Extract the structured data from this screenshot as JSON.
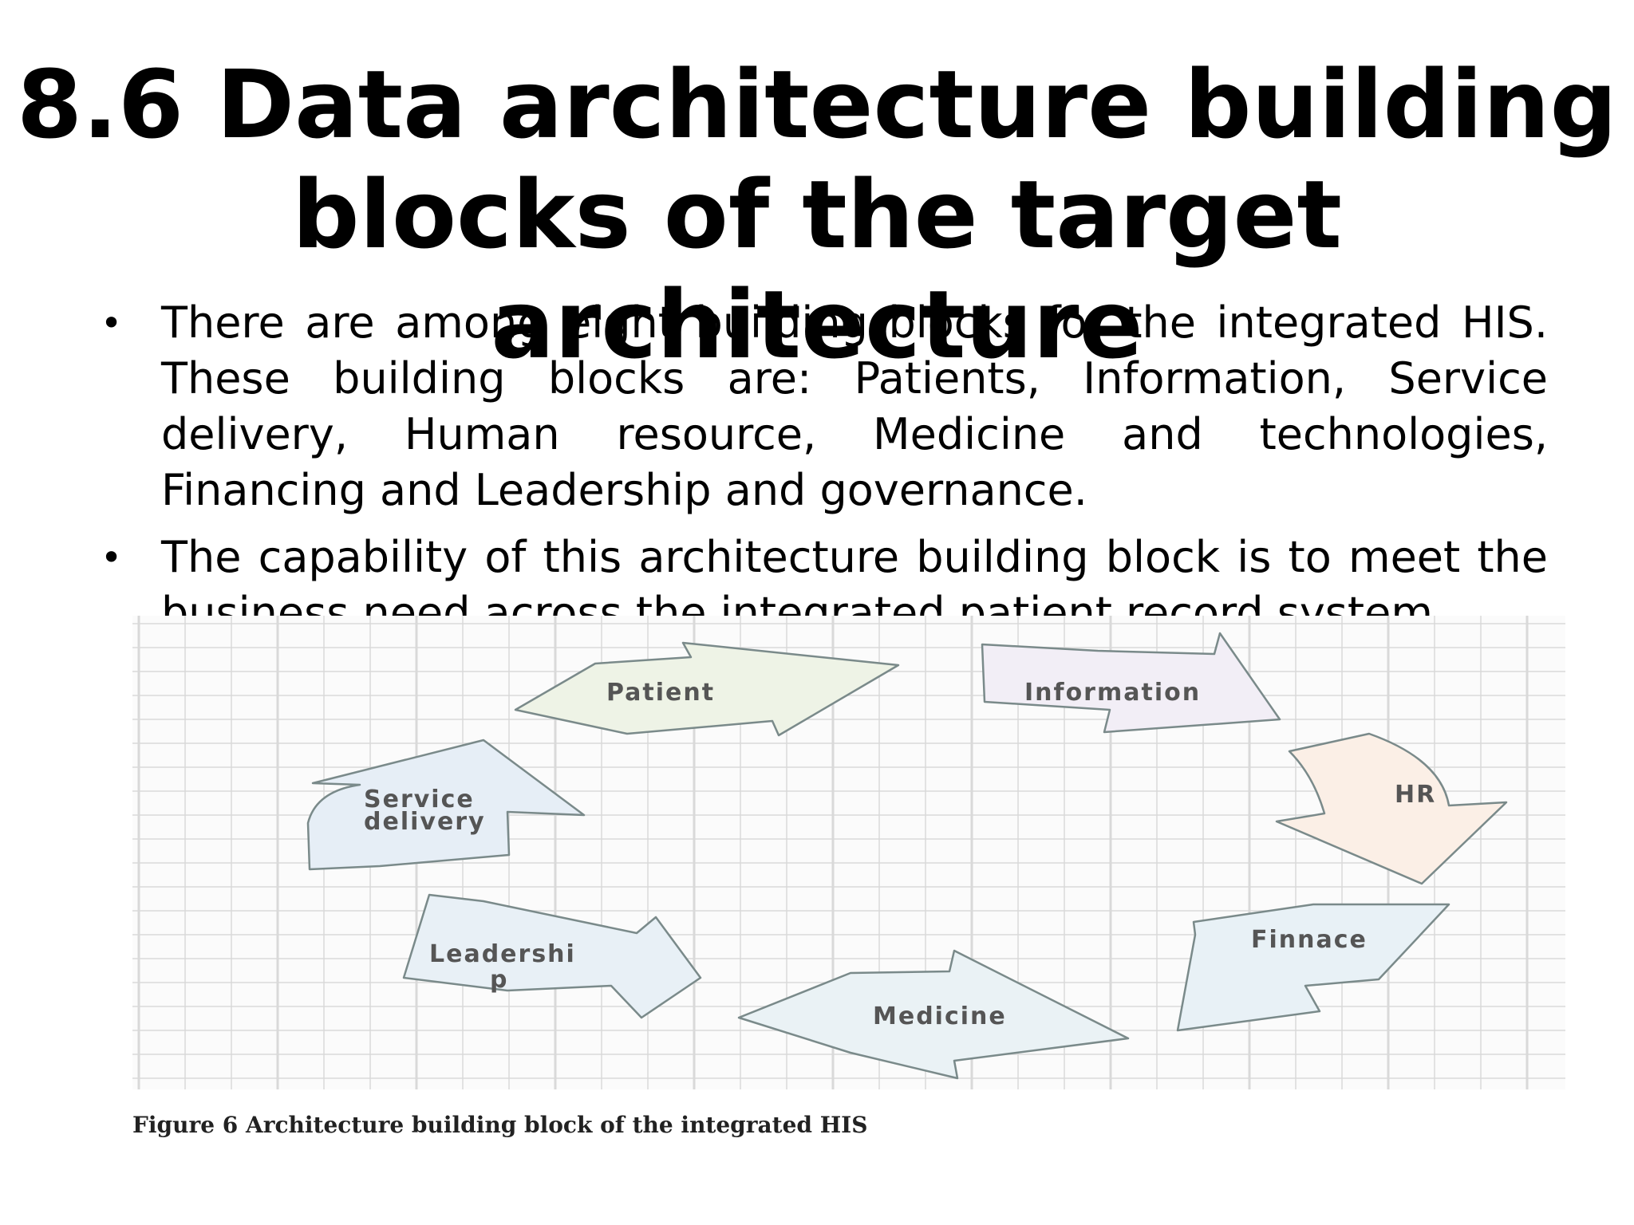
{
  "title": {
    "line1": "8.6 Data architecture building",
    "line2": "blocks of the target architecture"
  },
  "bullets": [
    "There are among eight building blocks for the integrated HIS. These building blocks are: Patients, Information, Service delivery, Human resource, Medicine and technologies, Financing and Leadership and governance.",
    "The capability of this architecture building block is to meet the business need across the integrated patient record system"
  ],
  "figure": {
    "caption": "Figure 6 Architecture building block of the integrated HIS",
    "blocks": {
      "patient": "Patient",
      "information": "Information",
      "hr": "HR",
      "finance": "Finnace",
      "medicine": "Medicine",
      "leadership_line1": "Leadershi",
      "leadership_line2": "p",
      "service_line1": "Service",
      "service_line2": "delivery"
    },
    "colors": {
      "patient": "#eef3e6",
      "information": "#f2eef6",
      "hr": "#fbefe6",
      "finance": "#e8f1f6",
      "medicine": "#eaf2f5",
      "leadership": "#e8f0f6",
      "service": "#e6eef6",
      "outline": "#7a8a8a",
      "grid": "#d9d9d9"
    }
  }
}
